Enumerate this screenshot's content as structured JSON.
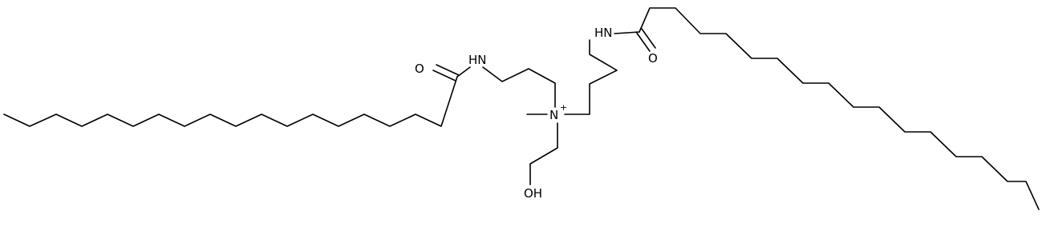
{
  "molecule": {
    "atoms": {
      "nitrogen_plus": "N",
      "charge": "+",
      "left_amide_nh": "HN",
      "right_amide_nh": "HN",
      "left_carbonyl_o": "O",
      "right_carbonyl_o": "O",
      "hydroxyl": "OH"
    }
  }
}
